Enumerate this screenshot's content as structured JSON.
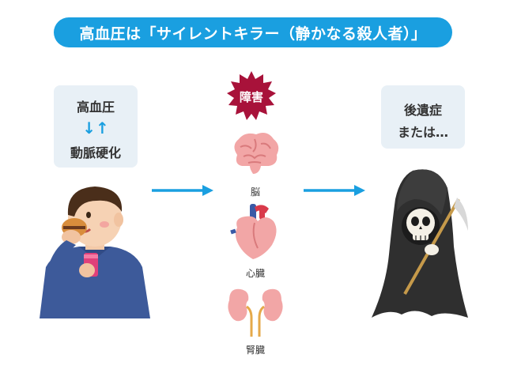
{
  "title": "高血圧は「サイレントキラー（静かなる殺人者）」",
  "left_panel": {
    "line1": "高血圧",
    "arrows": "↓↑",
    "line3": "動脈硬化"
  },
  "badge": {
    "text": "障害",
    "color": "#a8123a"
  },
  "organs": [
    {
      "name": "brain-icon",
      "label": "脳"
    },
    {
      "name": "heart-icon",
      "label": "心臓"
    },
    {
      "name": "kidney-icon",
      "label": "腎臓"
    }
  ],
  "right_panel": {
    "line1": "後遺症",
    "line2": "または…"
  },
  "colors": {
    "accent": "#1a9fe0",
    "panel": "#e8f0f6"
  }
}
